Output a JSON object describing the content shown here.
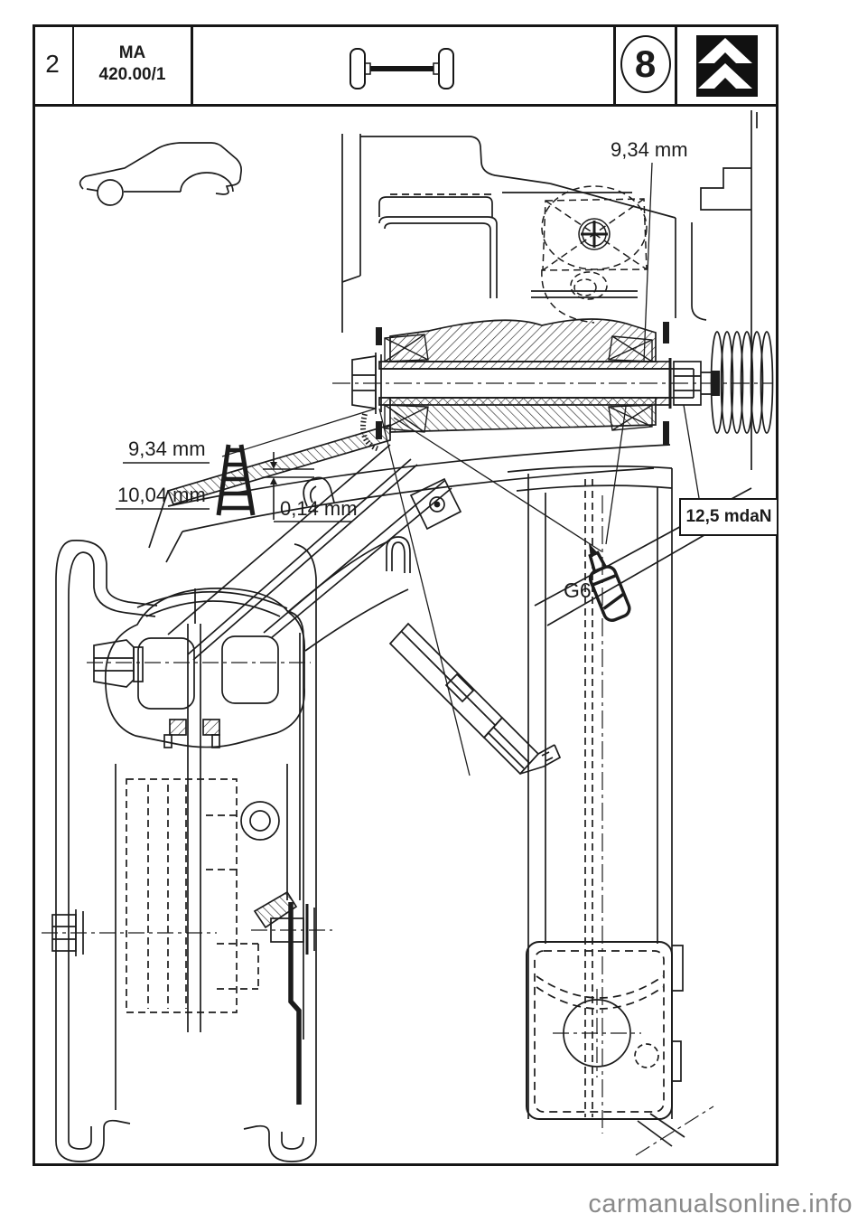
{
  "header": {
    "page_number": "2",
    "manual_code": "MA",
    "operation_number": "420.00/1",
    "figure_number": "8"
  },
  "labels": {
    "top_clearance": "9,34 mm",
    "shim_value_1": "9,34 mm",
    "shim_value_2": "10,04 mm",
    "gap_clearance": "0,14 mm",
    "torque": "12,5 mdaN",
    "grease_code": "G6"
  },
  "watermark": {
    "text": "carmanualsonline.info"
  },
  "colors": {
    "line": "#1c1c1c",
    "watermark": "#8a8a8a",
    "logo_bg": "#111111"
  }
}
